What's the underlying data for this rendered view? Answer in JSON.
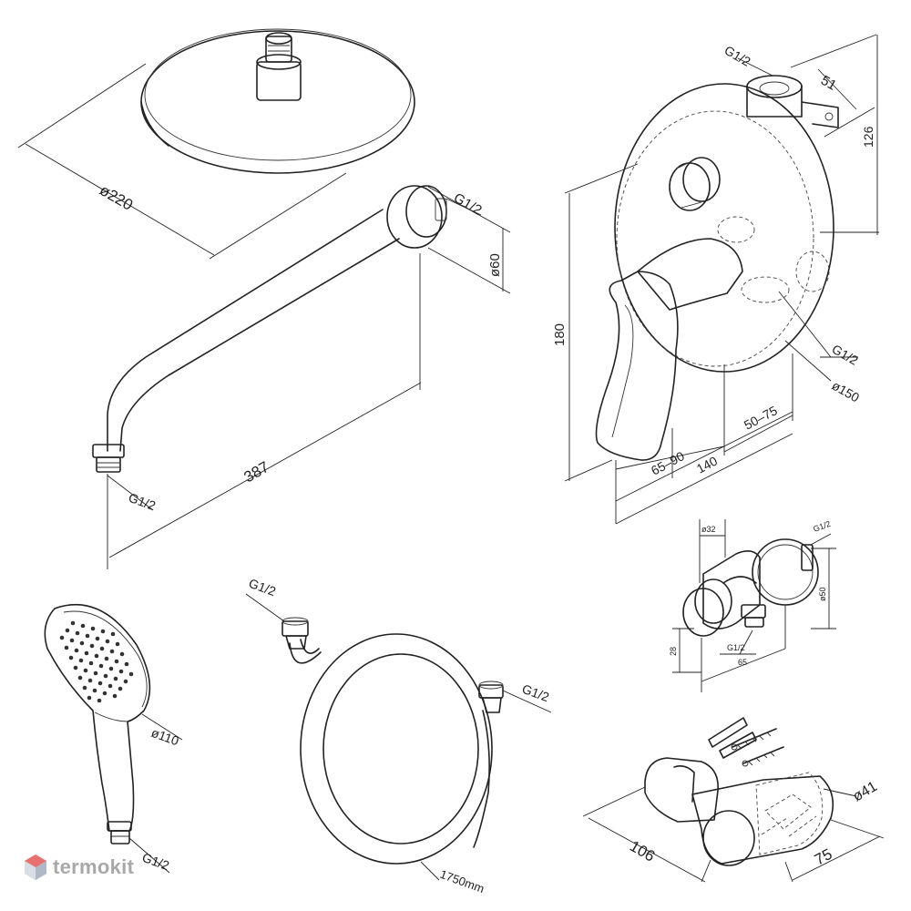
{
  "watermark": {
    "text": "termokit",
    "icon": "cube-logo-icon",
    "color": "#a8a8a8",
    "accent": "#e05555"
  },
  "shower_head": {
    "diameter": "ø220"
  },
  "shower_arm": {
    "thread_top": "G1/2",
    "flange_diameter": "ø60",
    "length": "387",
    "thread_bottom": "G1/2"
  },
  "mixer": {
    "inlet": "G1/2",
    "bracket_width": "51",
    "bracket_height": "126",
    "height": "180",
    "outlet": "G1/2",
    "plate_diameter": "ø150",
    "depth_a": "50–75",
    "depth_b": "65–90",
    "depth_total": "140"
  },
  "wall_outlet": {
    "diameter_top": "ø32",
    "thread_right": "G1/2",
    "diameter_right": "ø50",
    "height": "28",
    "thread_bottom": "G1/2",
    "length": "65"
  },
  "hand_shower": {
    "diameter": "ø110",
    "thread": "G1/2"
  },
  "hose": {
    "thread_left": "G1/2",
    "thread_right": "G1/2",
    "length": "1750mm"
  },
  "holder": {
    "length": "106",
    "width": "75",
    "diameter": "ø41"
  }
}
